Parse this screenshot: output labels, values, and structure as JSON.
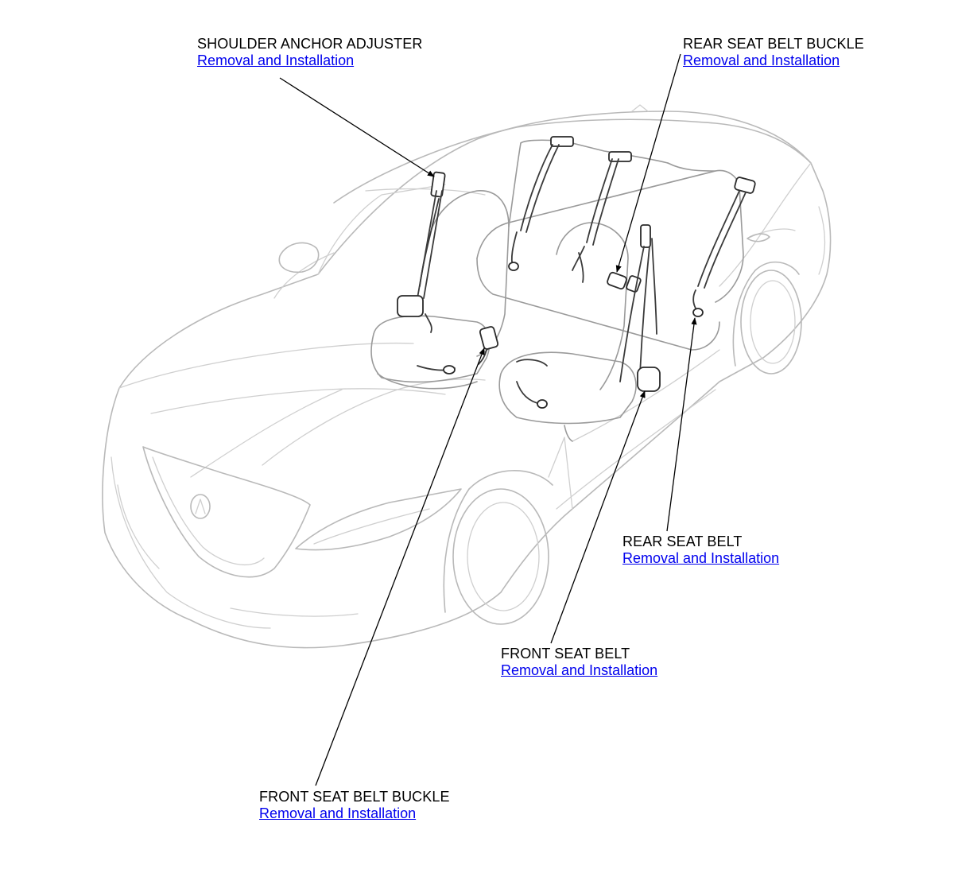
{
  "colors": {
    "link": "#0000ee",
    "text": "#000000",
    "car_outline": "#b9b9b9",
    "belt_outline": "#3a3a3a"
  },
  "callouts": {
    "shoulder_anchor_adjuster": {
      "title": "SHOULDER ANCHOR ADJUSTER",
      "link": "Removal and Installation"
    },
    "rear_seat_belt_buckle": {
      "title": "REAR SEAT BELT BUCKLE",
      "link": "Removal and Installation"
    },
    "rear_seat_belt": {
      "title": "REAR SEAT BELT",
      "link": "Removal and Installation"
    },
    "front_seat_belt": {
      "title": "FRONT SEAT BELT",
      "link": "Removal and Installation"
    },
    "front_seat_belt_buckle": {
      "title": "FRONT SEAT BELT BUCKLE",
      "link": "Removal and Installation"
    }
  }
}
